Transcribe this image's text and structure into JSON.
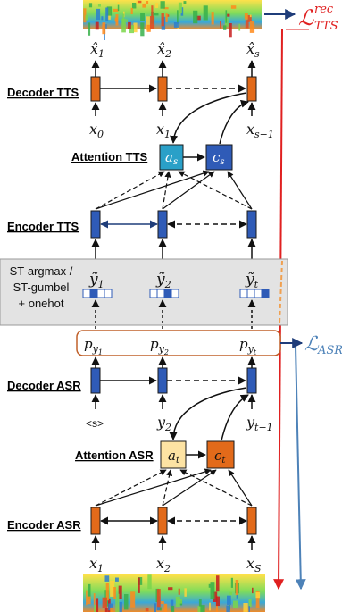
{
  "colors": {
    "orange": "#e26a1a",
    "blue": "#2f5bb7",
    "teal": "#2aa0c8",
    "light_yellow": "#fde3a3",
    "red": "#e02020",
    "steel_blue": "#4d82b8",
    "gray_band": "#e3e3e3"
  },
  "icons": {
    "top_spectrogram": "spectrogram-image",
    "bottom_spectrogram": "spectrogram-image"
  },
  "labels": {
    "decoder_tts": "Decoder TTS",
    "attention_tts": "Attention TTS",
    "encoder_tts": "Encoder TTS",
    "st_line1": "ST-argmax /",
    "st_line2": "ST-gumbel",
    "st_line3": "+ onehot",
    "decoder_asr": "Decoder ASR",
    "attention_asr": "Attention ASR",
    "encoder_asr": "Encoder ASR"
  },
  "losses": {
    "tts_main": "ℒ",
    "tts_sub": "TTS",
    "tts_sup": "rec",
    "asr_main": "ℒ",
    "asr_sub": "ASR"
  },
  "tts": {
    "outputs": [
      {
        "base": "x̂",
        "sub": "1"
      },
      {
        "base": "x̂",
        "sub": "2"
      },
      {
        "base": "x̂",
        "sub": "s"
      }
    ],
    "inputs": [
      {
        "base": "x",
        "sub": "0"
      },
      {
        "base": "x",
        "sub": "1"
      },
      {
        "base": "x",
        "sub": "s−1"
      }
    ],
    "attention": [
      {
        "base": "a",
        "sub": "s"
      },
      {
        "base": "c",
        "sub": "s"
      }
    ]
  },
  "st": {
    "outputs": [
      {
        "base": "ỹ",
        "sub": "1"
      },
      {
        "base": "ỹ",
        "sub": "2"
      },
      {
        "base": "ỹ",
        "sub": "t"
      }
    ]
  },
  "probs": [
    {
      "base": "p",
      "sub": "y",
      "subsub": "1"
    },
    {
      "base": "p",
      "sub": "y",
      "subsub": "2"
    },
    {
      "base": "p",
      "sub": "y",
      "subsub": "t"
    }
  ],
  "asr": {
    "inputs": [
      {
        "base": "<s>",
        "sub": ""
      },
      {
        "base": "y",
        "sub": "2"
      },
      {
        "base": "y",
        "sub": "t−1"
      }
    ],
    "attention": [
      {
        "base": "a",
        "sub": "t"
      },
      {
        "base": "c",
        "sub": "t"
      }
    ],
    "encoder_inputs": [
      {
        "base": "x",
        "sub": "1"
      },
      {
        "base": "x",
        "sub": "2"
      },
      {
        "base": "x",
        "sub": "S"
      }
    ]
  }
}
